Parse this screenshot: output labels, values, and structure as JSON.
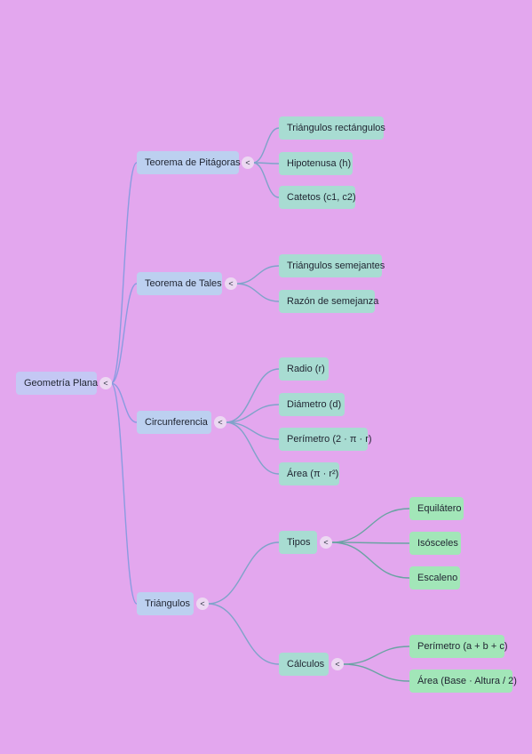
{
  "colors": {
    "background": "#e3a7ee",
    "link_root": "#8a9be0",
    "link_branch": "#7fa3c9",
    "link_leaf": "#6aa3a3"
  },
  "toggle_glyph": "<",
  "mindmap": {
    "root": {
      "label": "Geometría Plana"
    },
    "branches": [
      {
        "label": "Teorema de Pitágoras",
        "children": [
          {
            "label": "Triángulos rectángulos"
          },
          {
            "label": "Hipotenusa (h)"
          },
          {
            "label": "Catetos (c1, c2)"
          }
        ]
      },
      {
        "label": "Teorema de Tales",
        "children": [
          {
            "label": "Triángulos semejantes"
          },
          {
            "label": "Razón de semejanza"
          }
        ]
      },
      {
        "label": "Circunferencia",
        "children": [
          {
            "label": "Radio (r)"
          },
          {
            "label": "Diámetro (d)"
          },
          {
            "label": "Perímetro (2 · π · r)"
          },
          {
            "label": "Área (π · r²)"
          }
        ]
      },
      {
        "label": "Triángulos",
        "children": [
          {
            "label": "Tipos",
            "children": [
              {
                "label": "Equilátero"
              },
              {
                "label": "Isósceles"
              },
              {
                "label": "Escaleno"
              }
            ]
          },
          {
            "label": "Cálculos",
            "children": [
              {
                "label": "Perímetro (a + b + c)"
              },
              {
                "label": "Área (Base · Altura / 2)"
              }
            ]
          }
        ]
      }
    ]
  }
}
